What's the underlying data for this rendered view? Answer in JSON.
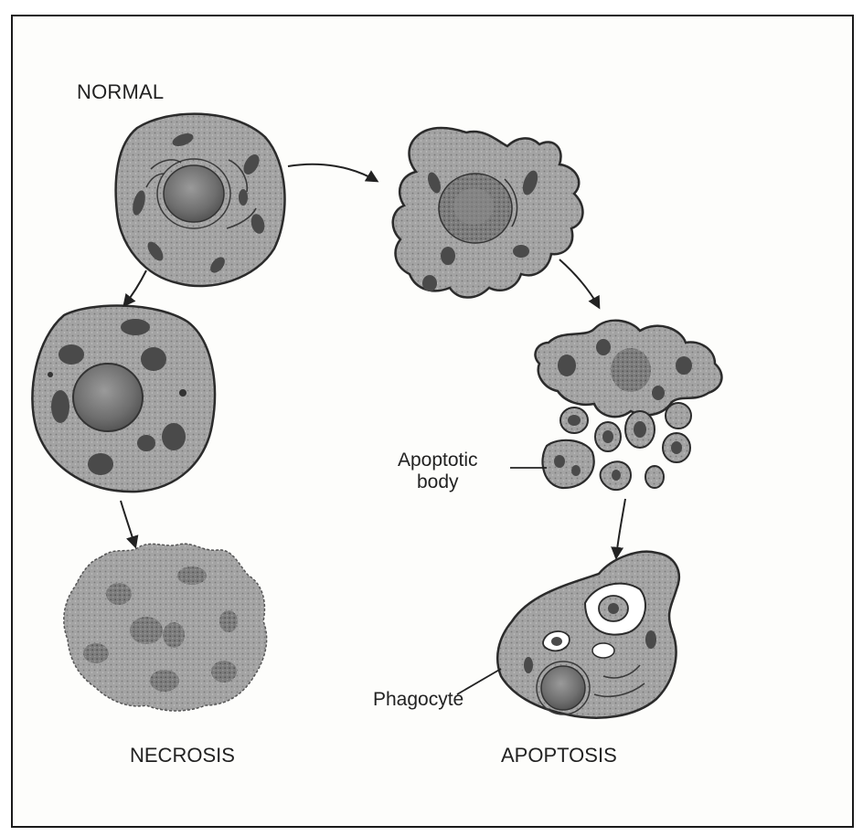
{
  "labels": {
    "normal": "NORMAL",
    "apoptotic_body_line1": "Apoptotic",
    "apoptotic_body_line2": "body",
    "phagocyte": "Phagocyte",
    "necrosis": "NECROSIS",
    "apoptosis": "APOPTOSIS"
  },
  "colors": {
    "cell_fill": "#9a9a9a",
    "cell_stroke": "#2b2b2b",
    "organelle": "#4a4a4a",
    "nucleus": "#6f6f6f",
    "line": "#222222"
  }
}
